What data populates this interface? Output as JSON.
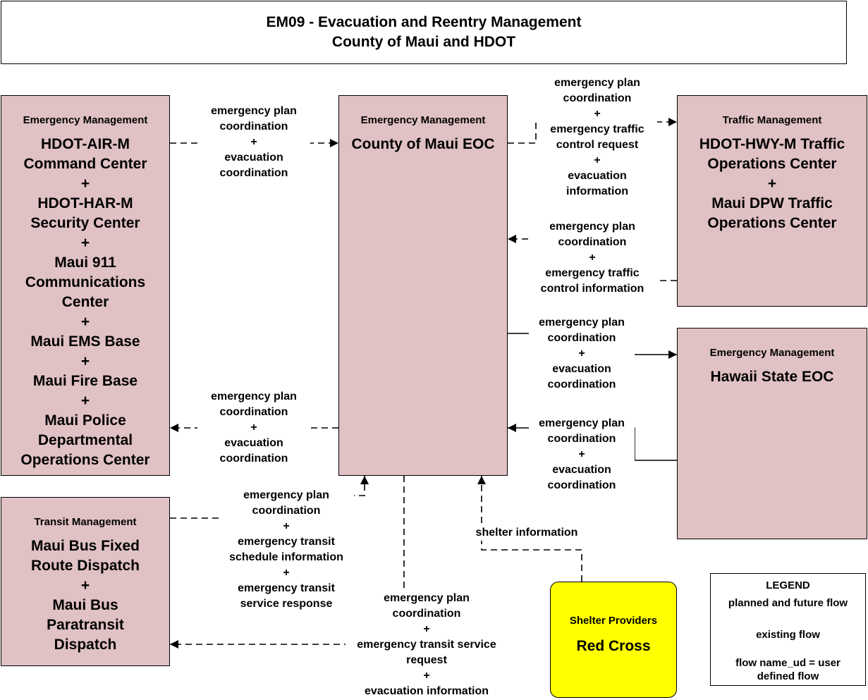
{
  "title": {
    "line1": "EM09 - Evacuation and Reentry Management",
    "line2": "County of Maui and HDOT"
  },
  "nodes": {
    "hdot_group": {
      "category": "Emergency Management",
      "lines": [
        "HDOT-AIR-M",
        "Command Center",
        "+",
        "HDOT-HAR-M",
        "Security Center",
        "+",
        "Maui 911",
        "Communications",
        "Center",
        "+",
        "Maui EMS Base",
        "+",
        "Maui Fire Base",
        "+",
        "Maui Police",
        "Departmental",
        "Operations Center"
      ]
    },
    "county_eoc": {
      "category": "Emergency Management",
      "lines": [
        "County of Maui EOC"
      ]
    },
    "traffic": {
      "category": "Traffic Management",
      "lines": [
        "HDOT-HWY-M Traffic",
        "Operations Center",
        "+",
        "Maui DPW Traffic",
        "Operations Center"
      ]
    },
    "state_eoc": {
      "category": "Emergency Management",
      "lines": [
        "Hawaii State EOC"
      ]
    },
    "transit": {
      "category": "Transit Management",
      "lines": [
        "Maui Bus Fixed",
        "Route Dispatch",
        "+",
        "Maui Bus",
        "Paratransit",
        "Dispatch"
      ]
    },
    "shelter": {
      "category": "Shelter Providers",
      "lines": [
        "Red Cross"
      ]
    }
  },
  "flows": {
    "hdot_to_county": [
      "emergency plan",
      "coordination",
      "+",
      "evacuation",
      "coordination"
    ],
    "county_to_traffic": [
      "emergency plan",
      "coordination",
      "+",
      "emergency traffic",
      "control request",
      "+",
      "evacuation",
      "information"
    ],
    "traffic_to_county": [
      "emergency plan",
      "coordination",
      "+",
      "emergency traffic",
      "control information"
    ],
    "county_to_state": [
      "emergency plan",
      "coordination",
      "+",
      "evacuation",
      "coordination"
    ],
    "state_to_county": [
      "emergency plan",
      "coordination",
      "+",
      "evacuation",
      "coordination"
    ],
    "county_to_hdot": [
      "emergency plan",
      "coordination",
      "+",
      "evacuation",
      "coordination"
    ],
    "transit_to_county": [
      "emergency plan",
      "coordination",
      "+",
      "emergency transit",
      "schedule information",
      "+",
      "emergency transit",
      "service response"
    ],
    "county_to_transit": [
      "emergency plan",
      "coordination",
      "+",
      "emergency transit service",
      "request",
      "+",
      "evacuation information"
    ],
    "shelter_to_county": [
      "shelter information"
    ]
  },
  "legend": {
    "title": "LEGEND",
    "planned": "planned and future flow",
    "existing": "existing flow",
    "note_line1": "flow name_ud = user",
    "note_line2": "defined flow"
  }
}
